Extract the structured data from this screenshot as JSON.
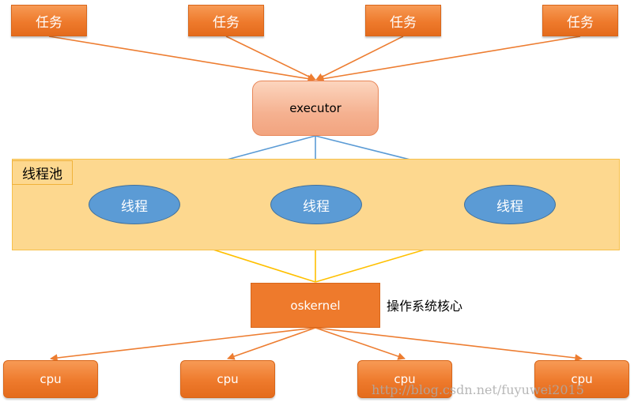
{
  "tasks": [
    "任务",
    "任务",
    "任务",
    "任务"
  ],
  "executor": {
    "label": "executor"
  },
  "pool": {
    "label": "线程池",
    "threads": [
      "线程",
      "线程",
      "线程"
    ]
  },
  "kernel": {
    "label": "oskernel",
    "description": "操作系统核心"
  },
  "cpus": [
    "cpu",
    "cpu",
    "cpu",
    "cpu"
  ],
  "watermark": "http://blog.csdn.net/fuyuwei2015",
  "colors": {
    "orange": "#ee7a2c",
    "edge_orange": "#ed7d31",
    "edge_blue": "#5b9bd5",
    "edge_yellow": "#ffc000",
    "pool_fill": "#fdd88f",
    "thread_fill": "#5b9bd5"
  }
}
